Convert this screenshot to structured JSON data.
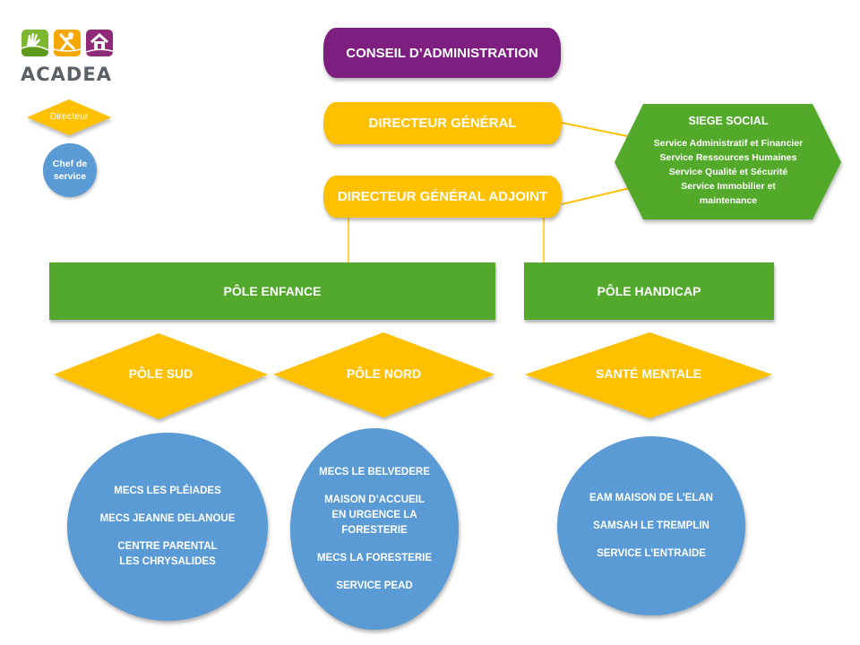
{
  "logo": {
    "name": "ACADEA",
    "tiles": [
      {
        "icon": "hand-icon",
        "color": "#7cb82f"
      },
      {
        "icon": "person-icon",
        "color": "#f5a800"
      },
      {
        "icon": "house-icon",
        "color": "#8e2a78"
      }
    ]
  },
  "legend": {
    "director_label": "Directeur",
    "chef_label_line1": "Chef de",
    "chef_label_line2": "service"
  },
  "colors": {
    "purple": "#7e1e80",
    "yellow": "#ffc000",
    "green": "#52a92c",
    "blue": "#5b9bd5",
    "connector": "#ffc000"
  },
  "hierarchy": {
    "conseil": "CONSEIL D’ADMINISTRATION",
    "directeur_general": "DIRECTEUR GÉNÉRAL",
    "directeur_general_adjoint": "DIRECTEUR GÉNÉRAL ADJOINT"
  },
  "siege_social": {
    "title": "SIEGE SOCIAL",
    "services": [
      "Service Administratif  et Financier",
      "Service Ressources  Humaines",
      "Service Qualité  et Sécurité",
      "Service Immobilier  et",
      "maintenance"
    ]
  },
  "poles": [
    {
      "label": "PÔLE ENFANCE"
    },
    {
      "label": "PÔLE HANDICAP"
    }
  ],
  "sub_poles": [
    {
      "label": "PÔLE SUD"
    },
    {
      "label": "PÔLE NORD"
    },
    {
      "label": "SANTÉ MENTALE"
    }
  ],
  "services": {
    "sud": [
      {
        "line1": "MECS LES PLÉIADES"
      },
      {
        "line1": "MECS JEANNE DELANOUE"
      },
      {
        "line1": "CENTRE PARENTAL",
        "line2": "LES CHRYSALIDES"
      }
    ],
    "nord": [
      {
        "line1": "MECS LE BELVEDERE"
      },
      {
        "line1": "MAISON D’ACCUEIL",
        "line2": "EN URGENCE LA",
        "line3": "FORESTERIE"
      },
      {
        "line1": "MECS LA FORESTERIE"
      },
      {
        "line1": "SERVICE PEAD"
      }
    ],
    "sante": [
      {
        "line1": "EAM MAISON DE L’ELAN"
      },
      {
        "line1": "SAMSAH LE TREMPLIN"
      },
      {
        "line1": "SERVICE L’ENTRAIDE"
      }
    ]
  }
}
